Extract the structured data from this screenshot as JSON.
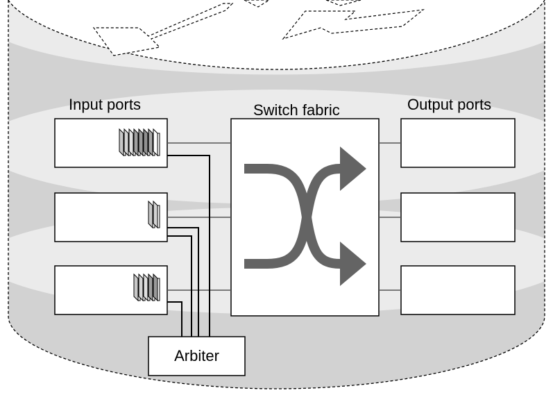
{
  "labels": {
    "input_ports": "Input ports",
    "switch_fabric": "Switch fabric",
    "output_ports": "Output ports",
    "arbiter": "Arbiter"
  },
  "input_ports": [
    {
      "queued_packets": 8
    },
    {
      "queued_packets": 2
    },
    {
      "queued_packets": 5
    }
  ],
  "output_ports": [
    {},
    {},
    {}
  ],
  "colors": {
    "band_light": "#ebebeb",
    "band_dark": "#d2d2d2",
    "arrow": "#646464"
  }
}
